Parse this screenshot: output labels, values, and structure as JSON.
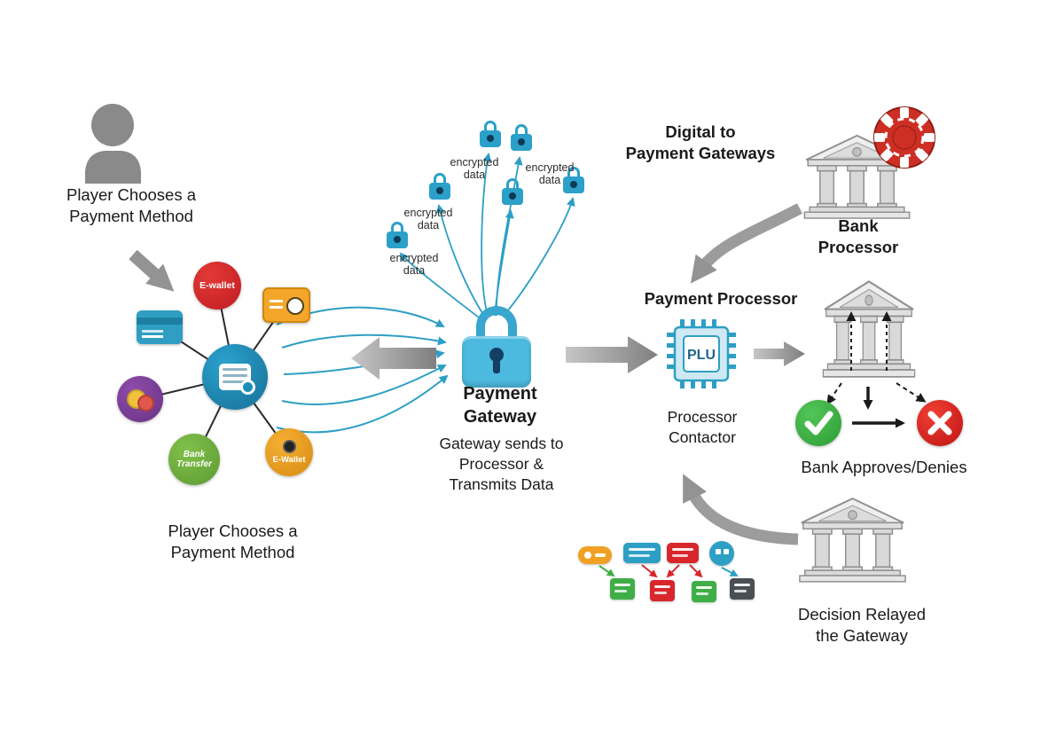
{
  "labels": {
    "player_top": "Player Chooses a\nPayment Method",
    "player_bottom": "Player Chooses a\nPayment Method",
    "digital_to_gateways": "Digital to\nPayment Gateways",
    "bank_processor": "Bank\nProcessor",
    "payment_processor": "Payment Processor",
    "chip": "PLU",
    "processor_contactor": "Processor\nContactor",
    "payment_gateway": "Payment\nGateway",
    "gateway_sends": "Gateway sends to\nProcessor &\nTransmits Data",
    "bank_approves_denies": "Bank Approves/Denies",
    "decision_relayed": "Decision Relayed\nthe Gateway"
  },
  "payment_methods": {
    "ewallet_red": "E-wallet",
    "bank_transfer": "Bank\nTransfer",
    "ewallet_orange": "E-Wallet"
  },
  "encrypted": [
    "encrypted\ndata",
    "encrypted\ndata",
    "encrypted\ndata",
    "encrypted\ndata"
  ],
  "colors": {
    "accent_blue": "#2d9fc4",
    "lock_blue": "#4cb9de",
    "method_red": "#d8262c",
    "method_orange": "#f0a124",
    "method_green": "#6fae3e",
    "method_purple": "#7d3f98",
    "approve_green": "#35a83c",
    "deny_red": "#dd1f1f",
    "arrow_gray": "#8f8f8f"
  }
}
